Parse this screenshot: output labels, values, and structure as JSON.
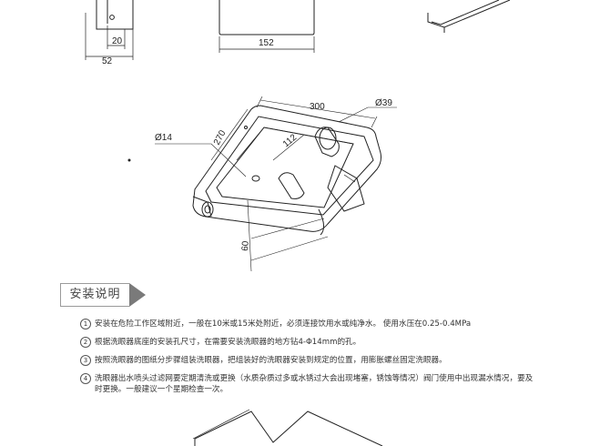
{
  "drawing": {
    "dim_side_inner": "20",
    "dim_side_outer": "52",
    "dim_front_width": "152",
    "dim_top_width": "300",
    "dim_top_depth": "270",
    "dim_drain_dia": "Ø39",
    "dim_hole_dia": "Ø14",
    "dim_inner_depth": "112",
    "dim_base_height": "60"
  },
  "section": {
    "title": "安装说明"
  },
  "steps": [
    {
      "num": "1",
      "text": "安装在危险工作区域附近，一般在10米或15米处附近，必须连接饮用水或纯净水。 使用水压在0.25-0.4MPa"
    },
    {
      "num": "2",
      "text": "根据洗眼器底座的安装孔尺寸，在需要安装洗眼器的地方钻4-Φ14mm的孔。"
    },
    {
      "num": "3",
      "text": "按照洗眼器的图纸分步骤组装洗眼器，把组装好的洗眼器安装到规定的位置，用膨胀螺丝固定洗眼器。"
    },
    {
      "num": "4",
      "text": "洗眼器出水喷头过滤网要定期清洗或更换（水质杂质过多或水锈过大会出现堵塞，锈蚀等情况）阀门使用中出现漏水情况，要及时更换。一般建议一个星期检查一次。"
    }
  ]
}
